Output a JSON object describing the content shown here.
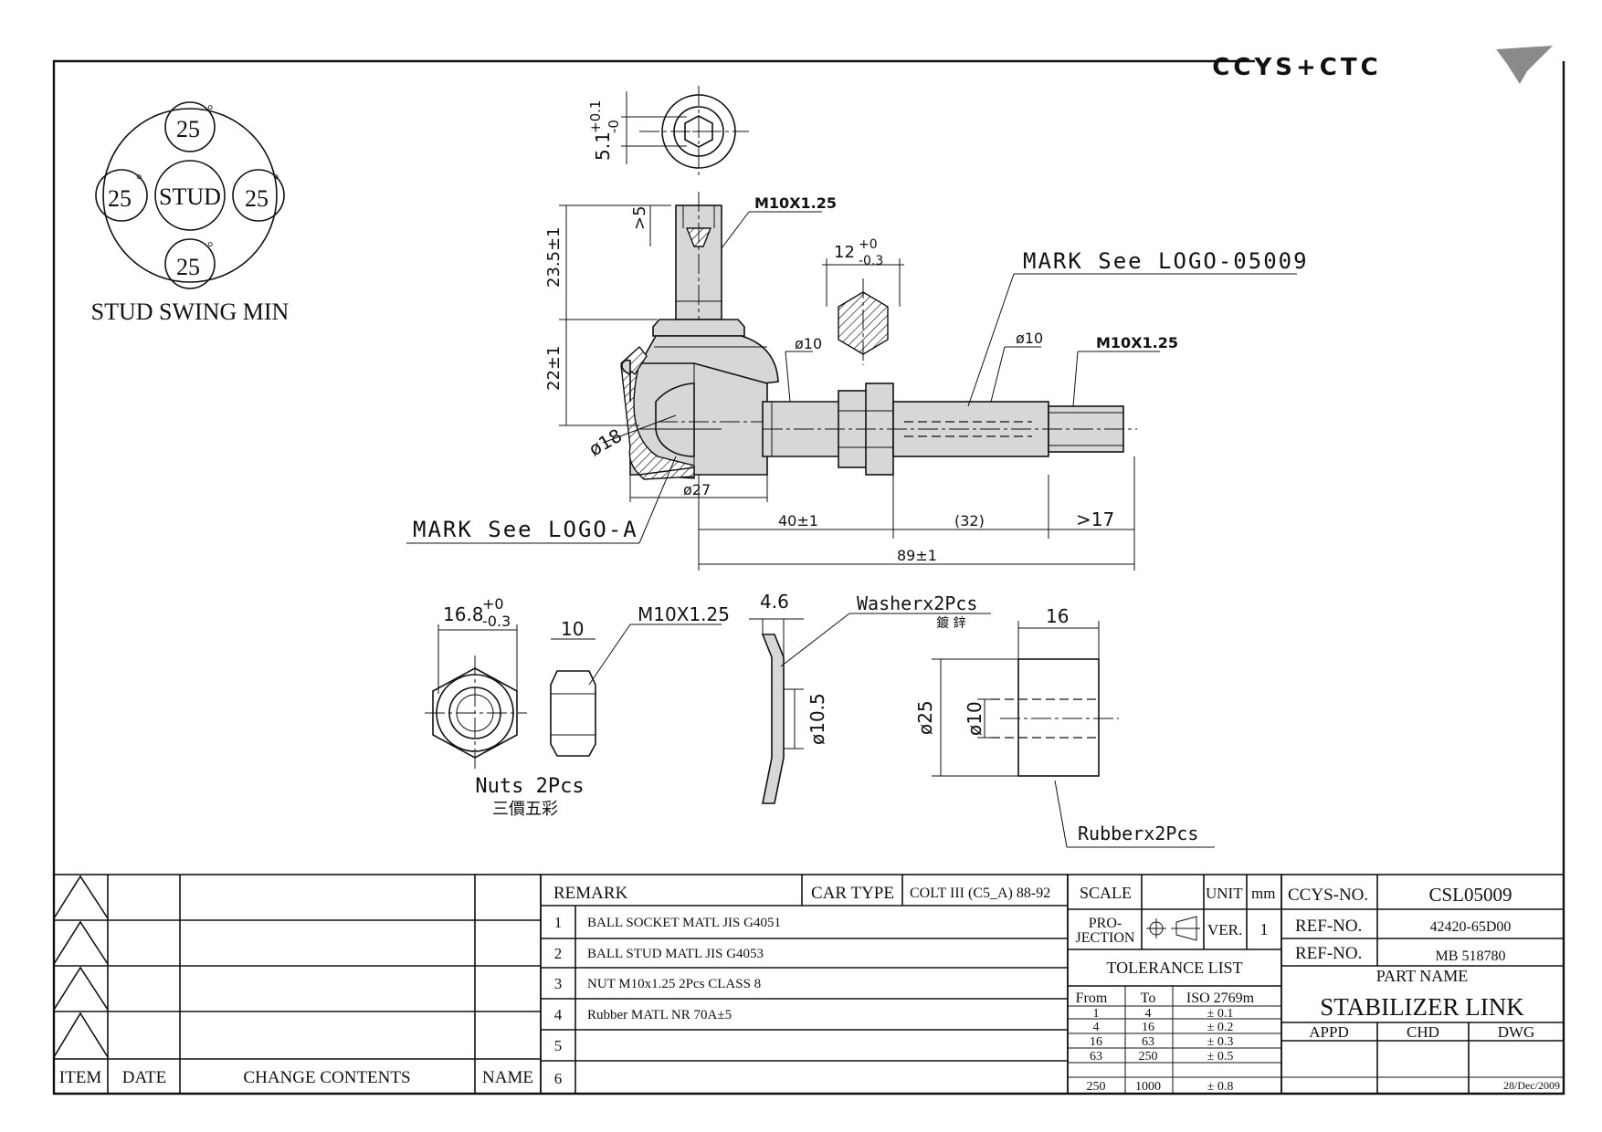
{
  "brand": {
    "logo_text": "CCYS+CTC"
  },
  "stud_swing": {
    "center_label": "STUD",
    "angles": [
      "25",
      "25",
      "25",
      "25"
    ],
    "degree_symbol": "°",
    "caption": "STUD SWING MIN"
  },
  "drawing_labels": {
    "top_view_dim": "5.1",
    "top_view_tol_upper": "+0.1",
    "top_view_tol_lower": "-0",
    "thread_top": "M10X1.25",
    "gt5": ">5",
    "dim_23_5": "23.5±1",
    "dim_22": "22±1",
    "hex_width": "12",
    "hex_tol_upper": "+0",
    "hex_tol_lower": "-0.3",
    "dia10_a": "ø10",
    "dia10_b": "ø10",
    "thread_end": "M10X1.25",
    "dia18": "ø18",
    "dia27": "ø27",
    "mark_logo_05009": "MARK See LOGO-05009",
    "mark_logo_a": "MARK See LOGO-A",
    "dim_40": "40±1",
    "dim_32": "(32)",
    "dim_17": ">17",
    "dim_89": "89±1",
    "nut_width": "16.8",
    "nut_tol_upper": "+0",
    "nut_tol_lower": "-0.3",
    "nut_height": "10",
    "nut_thread": "M10X1.25",
    "nuts_caption": "Nuts 2Pcs",
    "nuts_finish": "三價五彩",
    "washer_thickness": "4.6",
    "washer_caption": "Washerx2Pcs",
    "washer_finish": "鍍 鋅",
    "washer_dia": "ø10.5",
    "rubber_length": "16",
    "rubber_dia_outer": "ø25",
    "rubber_dia_inner": "ø10",
    "rubber_caption": "Rubberx2Pcs"
  },
  "revision_table": {
    "headers": {
      "item": "ITEM",
      "date": "DATE",
      "change": "CHANGE CONTENTS",
      "name": "NAME"
    }
  },
  "remarks": {
    "header": "REMARK",
    "car_type_label": "CAR TYPE",
    "car_type": "COLT III (C5_A) 88-92",
    "rows": [
      {
        "no": "1",
        "text": "BALL SOCKET MATL JIS G4051"
      },
      {
        "no": "2",
        "text": "BALL STUD MATL JIS G4053"
      },
      {
        "no": "3",
        "text": "NUT M10x1.25 2Pcs CLASS 8"
      },
      {
        "no": "4",
        "text": "Rubber MATL NR 70A±5"
      },
      {
        "no": "5",
        "text": ""
      },
      {
        "no": "6",
        "text": ""
      }
    ]
  },
  "title_block": {
    "scale_label": "SCALE",
    "unit_label": "UNIT",
    "unit": "mm",
    "projection_label_1": "PRO-",
    "projection_label_2": "JECTION",
    "ver_label": "VER.",
    "ver": "1",
    "tolerance_title": "TOLERANCE LIST",
    "tol_headers": [
      "From",
      "To",
      "ISO 2769m"
    ],
    "tol_rows": [
      [
        "1",
        "4",
        "± 0.1"
      ],
      [
        "4",
        "16",
        "± 0.2"
      ],
      [
        "16",
        "63",
        "± 0.3"
      ],
      [
        "63",
        "250",
        "± 0.5"
      ],
      [
        "250",
        "1000",
        "± 0.8"
      ]
    ],
    "ccys_no_label": "CCYS-NO.",
    "ccys_no": "CSL05009",
    "ref_no_label_1": "REF-NO.",
    "ref_no_1": "42420-65D00",
    "ref_no_label_2": "REF-NO.",
    "ref_no_2": "MB 518780",
    "part_name_label": "PART NAME",
    "part_name": "STABILIZER LINK",
    "appd_label": "APPD",
    "chd_label": "CHD",
    "dwg_label": "DWG",
    "date": "28/Dec/2009"
  }
}
